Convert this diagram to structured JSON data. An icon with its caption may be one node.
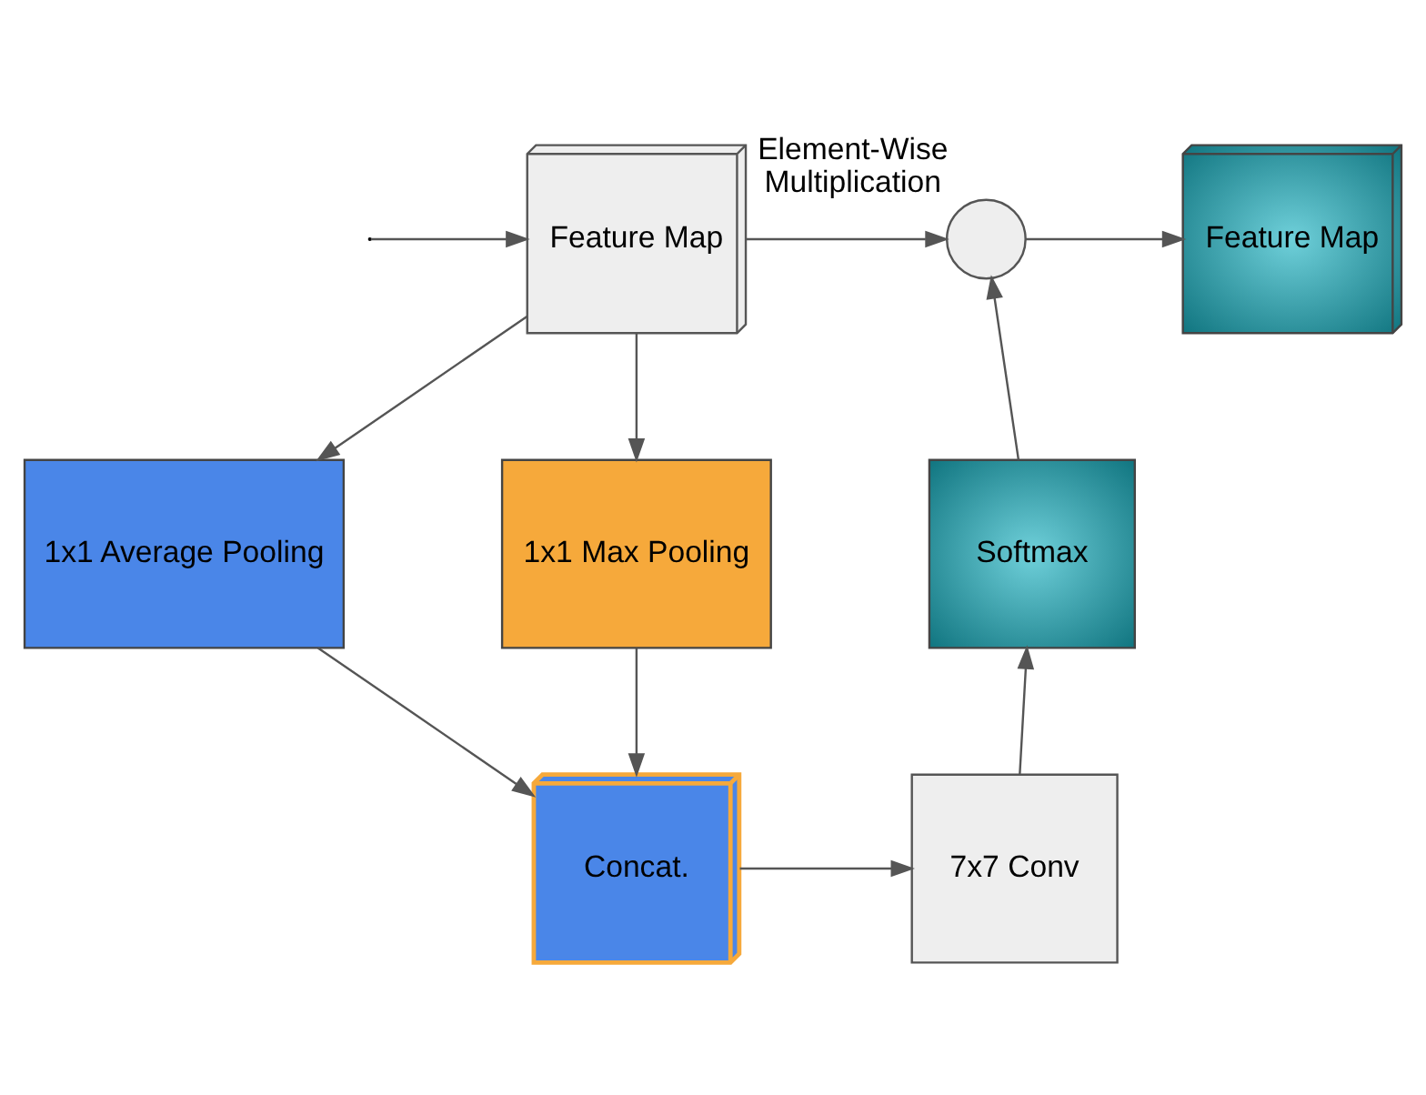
{
  "diagram": {
    "nodes": [
      {
        "text": [
          "Feature Map"
        ]
      },
      {
        "text": [
          "1x1 Average Pooling"
        ]
      },
      {
        "text": [
          "1x1 Max Pooling"
        ]
      },
      {
        "text": [
          "Concat."
        ]
      },
      {
        "text": [
          "7x7 Conv"
        ]
      },
      {
        "text": [
          "Softmax"
        ]
      },
      {
        "text": [],
        "shape": "circle",
        "beside": [
          "Element-Wise Multiplication"
        ]
      },
      {
        "text": [
          "Feature Map"
        ]
      }
    ],
    "edges": [
      {
        "from": null,
        "to": 0,
        "arrow": "to"
      },
      {
        "from": 0,
        "to": 6,
        "arrow": "to"
      },
      {
        "from": 0,
        "to": 1,
        "arrow": "to"
      },
      {
        "from": 0,
        "to": 2,
        "arrow": "to"
      },
      {
        "from": 1,
        "to": 3,
        "arrow": "to"
      },
      {
        "from": 2,
        "to": 3,
        "arrow": "to"
      },
      {
        "from": 3,
        "to": 4,
        "arrow": "to"
      },
      {
        "from": 4,
        "to": 5,
        "arrow": "to"
      },
      {
        "from": 5,
        "to": 6,
        "arrow": "to"
      },
      {
        "from": 6,
        "to": 7,
        "arrow": "to"
      }
    ]
  }
}
